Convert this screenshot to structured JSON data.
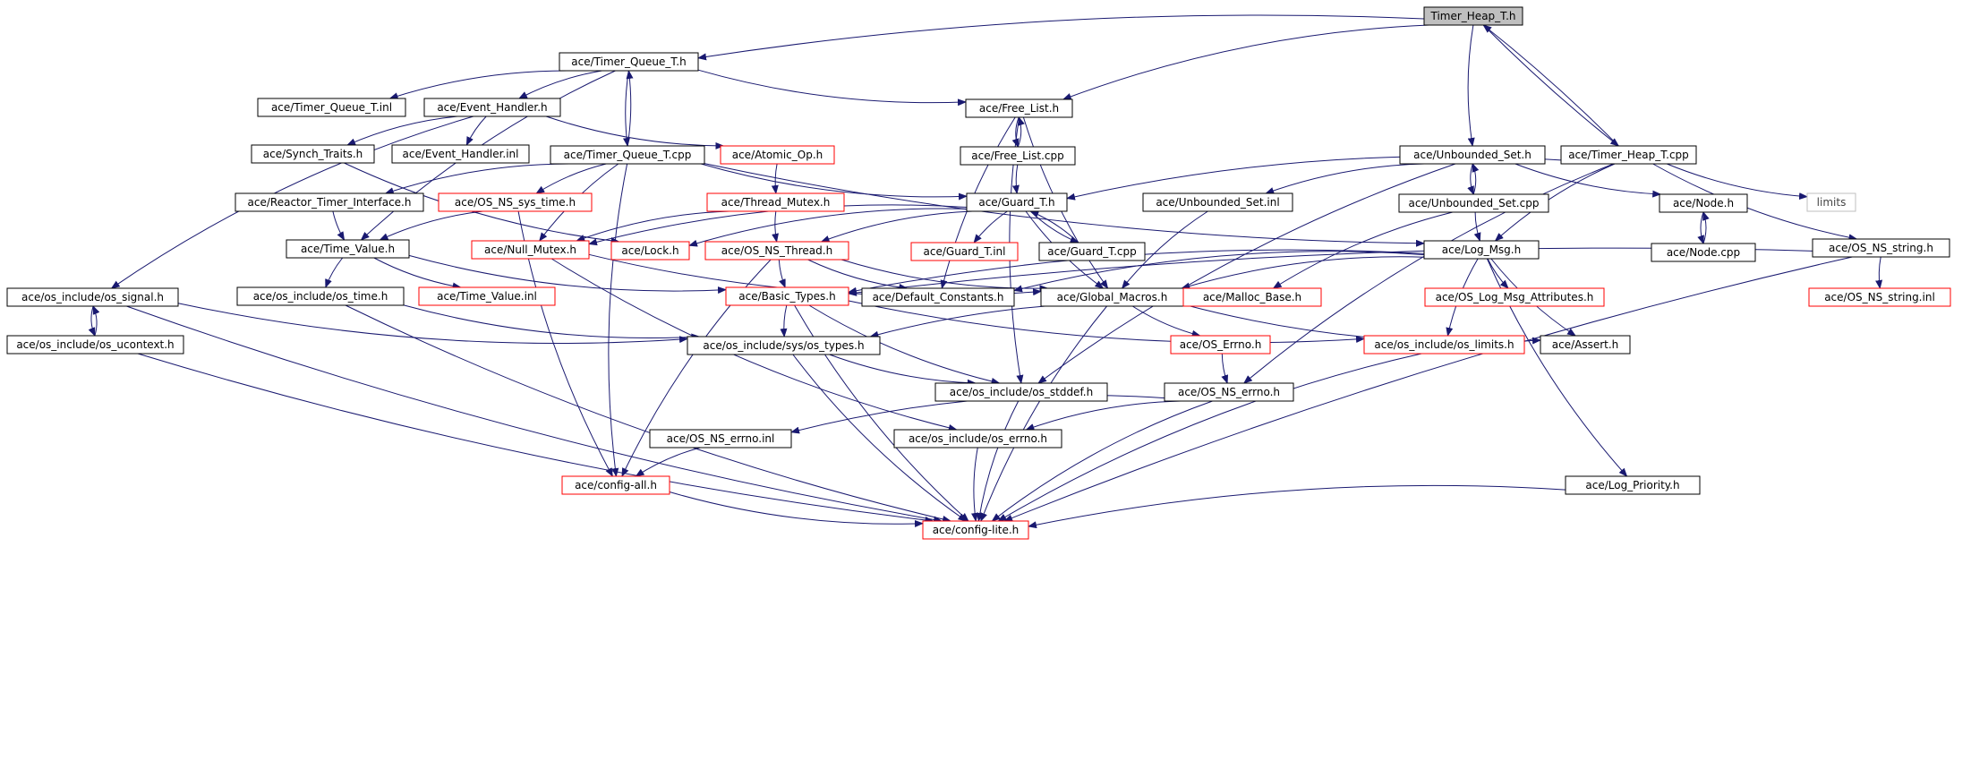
{
  "colors": {
    "edge": "#191970",
    "normal_border": "#000000",
    "missing_border": "#ff0000",
    "leaf_border": "#bfbfbf",
    "root_fill": "#bfbfbf"
  },
  "nodes": [
    {
      "id": "timer_heap_t_h",
      "label": "Timer_Heap_T.h",
      "style": "root"
    },
    {
      "id": "timer_queue_t_h",
      "label": "ace/Timer_Queue_T.h",
      "style": "normal"
    },
    {
      "id": "timer_queue_t_inl",
      "label": "ace/Timer_Queue_T.inl",
      "style": "normal"
    },
    {
      "id": "event_handler_h",
      "label": "ace/Event_Handler.h",
      "style": "normal"
    },
    {
      "id": "free_list_h",
      "label": "ace/Free_List.h",
      "style": "normal"
    },
    {
      "id": "synch_traits_h",
      "label": "ace/Synch_Traits.h",
      "style": "normal"
    },
    {
      "id": "event_handler_inl",
      "label": "ace/Event_Handler.inl",
      "style": "normal"
    },
    {
      "id": "timer_queue_t_cpp",
      "label": "ace/Timer_Queue_T.cpp",
      "style": "normal"
    },
    {
      "id": "atomic_op_h",
      "label": "ace/Atomic_Op.h",
      "style": "missing"
    },
    {
      "id": "free_list_cpp",
      "label": "ace/Free_List.cpp",
      "style": "normal"
    },
    {
      "id": "unbounded_set_h",
      "label": "ace/Unbounded_Set.h",
      "style": "normal"
    },
    {
      "id": "timer_heap_t_cpp",
      "label": "ace/Timer_Heap_T.cpp",
      "style": "normal"
    },
    {
      "id": "reactor_timer_interface_h",
      "label": "ace/Reactor_Timer_Interface.h",
      "style": "normal"
    },
    {
      "id": "os_ns_sys_time_h",
      "label": "ace/OS_NS_sys_time.h",
      "style": "missing"
    },
    {
      "id": "thread_mutex_h",
      "label": "ace/Thread_Mutex.h",
      "style": "missing"
    },
    {
      "id": "guard_t_h",
      "label": "ace/Guard_T.h",
      "style": "normal"
    },
    {
      "id": "unbounded_set_inl",
      "label": "ace/Unbounded_Set.inl",
      "style": "normal"
    },
    {
      "id": "unbounded_set_cpp",
      "label": "ace/Unbounded_Set.cpp",
      "style": "normal"
    },
    {
      "id": "node_h",
      "label": "ace/Node.h",
      "style": "normal"
    },
    {
      "id": "limits",
      "label": "limits",
      "style": "leaf"
    },
    {
      "id": "time_value_h",
      "label": "ace/Time_Value.h",
      "style": "normal"
    },
    {
      "id": "null_mutex_h",
      "label": "ace/Null_Mutex.h",
      "style": "missing"
    },
    {
      "id": "lock_h",
      "label": "ace/Lock.h",
      "style": "missing"
    },
    {
      "id": "os_ns_thread_h",
      "label": "ace/OS_NS_Thread.h",
      "style": "missing"
    },
    {
      "id": "guard_t_inl",
      "label": "ace/Guard_T.inl",
      "style": "missing"
    },
    {
      "id": "guard_t_cpp",
      "label": "ace/Guard_T.cpp",
      "style": "normal"
    },
    {
      "id": "log_msg_h",
      "label": "ace/Log_Msg.h",
      "style": "normal"
    },
    {
      "id": "node_cpp",
      "label": "ace/Node.cpp",
      "style": "normal"
    },
    {
      "id": "os_ns_string_h",
      "label": "ace/OS_NS_string.h",
      "style": "normal"
    },
    {
      "id": "os_signal_h",
      "label": "ace/os_include/os_signal.h",
      "style": "normal"
    },
    {
      "id": "os_time_h",
      "label": "ace/os_include/os_time.h",
      "style": "normal"
    },
    {
      "id": "time_value_inl",
      "label": "ace/Time_Value.inl",
      "style": "missing"
    },
    {
      "id": "basic_types_h",
      "label": "ace/Basic_Types.h",
      "style": "missing"
    },
    {
      "id": "default_constants_h",
      "label": "ace/Default_Constants.h",
      "style": "normal"
    },
    {
      "id": "global_macros_h",
      "label": "ace/Global_Macros.h",
      "style": "normal"
    },
    {
      "id": "malloc_base_h",
      "label": "ace/Malloc_Base.h",
      "style": "missing"
    },
    {
      "id": "os_log_msg_attributes_h",
      "label": "ace/OS_Log_Msg_Attributes.h",
      "style": "missing"
    },
    {
      "id": "os_ns_string_inl",
      "label": "ace/OS_NS_string.inl",
      "style": "missing"
    },
    {
      "id": "os_ucontext_h",
      "label": "ace/os_include/os_ucontext.h",
      "style": "normal"
    },
    {
      "id": "os_types_h",
      "label": "ace/os_include/sys/os_types.h",
      "style": "normal"
    },
    {
      "id": "os_errno_h_cap",
      "label": "ace/OS_Errno.h",
      "style": "missing"
    },
    {
      "id": "os_limits_h",
      "label": "ace/os_include/os_limits.h",
      "style": "missing"
    },
    {
      "id": "assert_h",
      "label": "ace/Assert.h",
      "style": "normal"
    },
    {
      "id": "os_stddef_h",
      "label": "ace/os_include/os_stddef.h",
      "style": "normal"
    },
    {
      "id": "os_ns_errno_h",
      "label": "ace/OS_NS_errno.h",
      "style": "normal"
    },
    {
      "id": "os_ns_errno_inl",
      "label": "ace/OS_NS_errno.inl",
      "style": "normal"
    },
    {
      "id": "os_errno_h",
      "label": "ace/os_include/os_errno.h",
      "style": "normal"
    },
    {
      "id": "config_all_h",
      "label": "ace/config-all.h",
      "style": "missing"
    },
    {
      "id": "log_priority_h",
      "label": "ace/Log_Priority.h",
      "style": "normal"
    },
    {
      "id": "config_lite_h",
      "label": "ace/config-lite.h",
      "style": "missing"
    }
  ],
  "edges": [
    [
      "timer_heap_t_h",
      "timer_queue_t_h"
    ],
    [
      "timer_heap_t_h",
      "free_list_h"
    ],
    [
      "timer_heap_t_h",
      "unbounded_set_h"
    ],
    [
      "timer_heap_t_h",
      "timer_heap_t_cpp"
    ],
    [
      "timer_heap_t_cpp",
      "timer_heap_t_h"
    ],
    [
      "timer_queue_t_h",
      "timer_queue_t_inl"
    ],
    [
      "timer_queue_t_h",
      "event_handler_h"
    ],
    [
      "timer_queue_t_h",
      "free_list_h"
    ],
    [
      "timer_queue_t_h",
      "timer_queue_t_cpp"
    ],
    [
      "timer_queue_t_cpp",
      "timer_queue_t_h"
    ],
    [
      "timer_queue_t_h",
      "time_value_h"
    ],
    [
      "event_handler_h",
      "synch_traits_h"
    ],
    [
      "event_handler_h",
      "event_handler_inl"
    ],
    [
      "event_handler_h",
      "atomic_op_h"
    ],
    [
      "event_handler_h",
      "os_signal_h"
    ],
    [
      "synch_traits_h",
      "lock_h"
    ],
    [
      "atomic_op_h",
      "thread_mutex_h"
    ],
    [
      "thread_mutex_h",
      "os_ns_thread_h"
    ],
    [
      "thread_mutex_h",
      "null_mutex_h"
    ],
    [
      "free_list_h",
      "free_list_cpp"
    ],
    [
      "free_list_cpp",
      "free_list_h"
    ],
    [
      "free_list_cpp",
      "guard_t_h"
    ],
    [
      "free_list_h",
      "default_constants_h"
    ],
    [
      "free_list_h",
      "global_macros_h"
    ],
    [
      "free_list_h",
      "os_stddef_h"
    ],
    [
      "timer_queue_t_cpp",
      "reactor_timer_interface_h"
    ],
    [
      "timer_queue_t_cpp",
      "os_ns_sys_time_h"
    ],
    [
      "timer_queue_t_cpp",
      "guard_t_h"
    ],
    [
      "timer_queue_t_cpp",
      "log_msg_h"
    ],
    [
      "timer_queue_t_cpp",
      "null_mutex_h"
    ],
    [
      "timer_queue_t_cpp",
      "config_all_h"
    ],
    [
      "reactor_timer_interface_h",
      "time_value_h"
    ],
    [
      "os_ns_sys_time_h",
      "time_value_h"
    ],
    [
      "os_ns_sys_time_h",
      "config_all_h"
    ],
    [
      "guard_t_h",
      "lock_h"
    ],
    [
      "guard_t_h",
      "os_ns_thread_h"
    ],
    [
      "guard_t_h",
      "guard_t_inl"
    ],
    [
      "guard_t_h",
      "guard_t_cpp"
    ],
    [
      "guard_t_cpp",
      "guard_t_h"
    ],
    [
      "guard_t_h",
      "global_macros_h"
    ],
    [
      "guard_t_h",
      "null_mutex_h"
    ],
    [
      "unbounded_set_h",
      "unbounded_set_inl"
    ],
    [
      "unbounded_set_h",
      "unbounded_set_cpp"
    ],
    [
      "unbounded_set_cpp",
      "unbounded_set_h"
    ],
    [
      "unbounded_set_h",
      "node_h"
    ],
    [
      "unbounded_set_h",
      "os_stddef_h"
    ],
    [
      "unbounded_set_inl",
      "global_macros_h"
    ],
    [
      "unbounded_set_cpp",
      "log_msg_h"
    ],
    [
      "unbounded_set_cpp",
      "malloc_base_h"
    ],
    [
      "node_h",
      "node_cpp"
    ],
    [
      "node_cpp",
      "node_h"
    ],
    [
      "timer_heap_t_cpp",
      "guard_t_h"
    ],
    [
      "timer_heap_t_cpp",
      "log_msg_h"
    ],
    [
      "timer_heap_t_cpp",
      "limits"
    ],
    [
      "timer_heap_t_cpp",
      "os_ns_string_h"
    ],
    [
      "timer_heap_t_cpp",
      "os_ns_errno_h"
    ],
    [
      "time_value_h",
      "os_time_h"
    ],
    [
      "time_value_h",
      "time_value_inl"
    ],
    [
      "time_value_h",
      "basic_types_h"
    ],
    [
      "null_mutex_h",
      "global_macros_h"
    ],
    [
      "null_mutex_h",
      "os_errno_h"
    ],
    [
      "os_ns_thread_h",
      "default_constants_h"
    ],
    [
      "os_ns_thread_h",
      "global_macros_h"
    ],
    [
      "os_ns_thread_h",
      "basic_types_h"
    ],
    [
      "os_ns_thread_h",
      "config_all_h"
    ],
    [
      "log_msg_h",
      "default_constants_h"
    ],
    [
      "log_msg_h",
      "global_macros_h"
    ],
    [
      "log_msg_h",
      "os_log_msg_attributes_h"
    ],
    [
      "log_msg_h",
      "os_limits_h"
    ],
    [
      "log_msg_h",
      "log_priority_h"
    ],
    [
      "log_msg_h",
      "assert_h"
    ],
    [
      "log_msg_h",
      "basic_types_h"
    ],
    [
      "os_ns_string_h",
      "os_ns_string_inl"
    ],
    [
      "os_ns_string_h",
      "basic_types_h"
    ],
    [
      "os_ns_string_h",
      "config_lite_h"
    ],
    [
      "os_signal_h",
      "os_ucontext_h"
    ],
    [
      "os_ucontext_h",
      "os_signal_h"
    ],
    [
      "os_signal_h",
      "os_types_h"
    ],
    [
      "os_signal_h",
      "config_lite_h"
    ],
    [
      "os_ucontext_h",
      "config_lite_h"
    ],
    [
      "os_time_h",
      "os_types_h"
    ],
    [
      "os_time_h",
      "config_lite_h"
    ],
    [
      "basic_types_h",
      "os_types_h"
    ],
    [
      "basic_types_h",
      "os_limits_h"
    ],
    [
      "basic_types_h",
      "os_stddef_h"
    ],
    [
      "basic_types_h",
      "config_lite_h"
    ],
    [
      "global_macros_h",
      "os_errno_h_cap"
    ],
    [
      "global_macros_h",
      "assert_h"
    ],
    [
      "global_macros_h",
      "config_lite_h"
    ],
    [
      "malloc_base_h",
      "os_types_h"
    ],
    [
      "os_errno_h_cap",
      "os_ns_errno_h"
    ],
    [
      "os_limits_h",
      "config_lite_h"
    ],
    [
      "os_types_h",
      "os_stddef_h"
    ],
    [
      "os_types_h",
      "config_lite_h"
    ],
    [
      "os_stddef_h",
      "config_lite_h"
    ],
    [
      "os_ns_errno_h",
      "os_ns_errno_inl"
    ],
    [
      "os_ns_errno_h",
      "os_errno_h"
    ],
    [
      "os_ns_errno_h",
      "config_lite_h"
    ],
    [
      "os_ns_errno_inl",
      "config_all_h"
    ],
    [
      "os_errno_h",
      "config_lite_h"
    ],
    [
      "config_all_h",
      "config_lite_h"
    ],
    [
      "log_priority_h",
      "config_lite_h"
    ]
  ]
}
